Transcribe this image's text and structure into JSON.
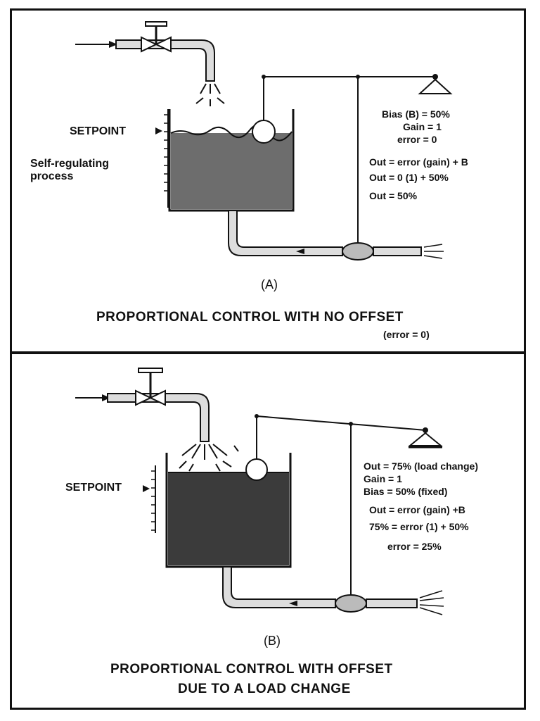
{
  "panel_a": {
    "setpoint_label": "SETPOINT",
    "process_label_line1": "Self-regulating",
    "process_label_line2": "process",
    "equations": [
      "Bias (B) = 50%",
      "Gain = 1",
      "error = 0",
      "Out = error (gain) + B",
      "Out = 0 (1) + 50%",
      "Out = 50%"
    ],
    "caption_letter": "(A)",
    "title": "PROPORTIONAL CONTROL WITH NO OFFSET",
    "subtitle": "(error = 0)"
  },
  "panel_b": {
    "setpoint_label": "SETPOINT",
    "equations": [
      "Out = 75% (load change)",
      "Gain = 1",
      "Bias = 50% (fixed)",
      "Out = error (gain) +B",
      "75% = error (1) + 50%",
      "error = 25%"
    ],
    "caption_letter": "(B)",
    "title_line1": "PROPORTIONAL CONTROL WITH OFFSET",
    "title_line2": "DUE TO A LOAD CHANGE"
  }
}
